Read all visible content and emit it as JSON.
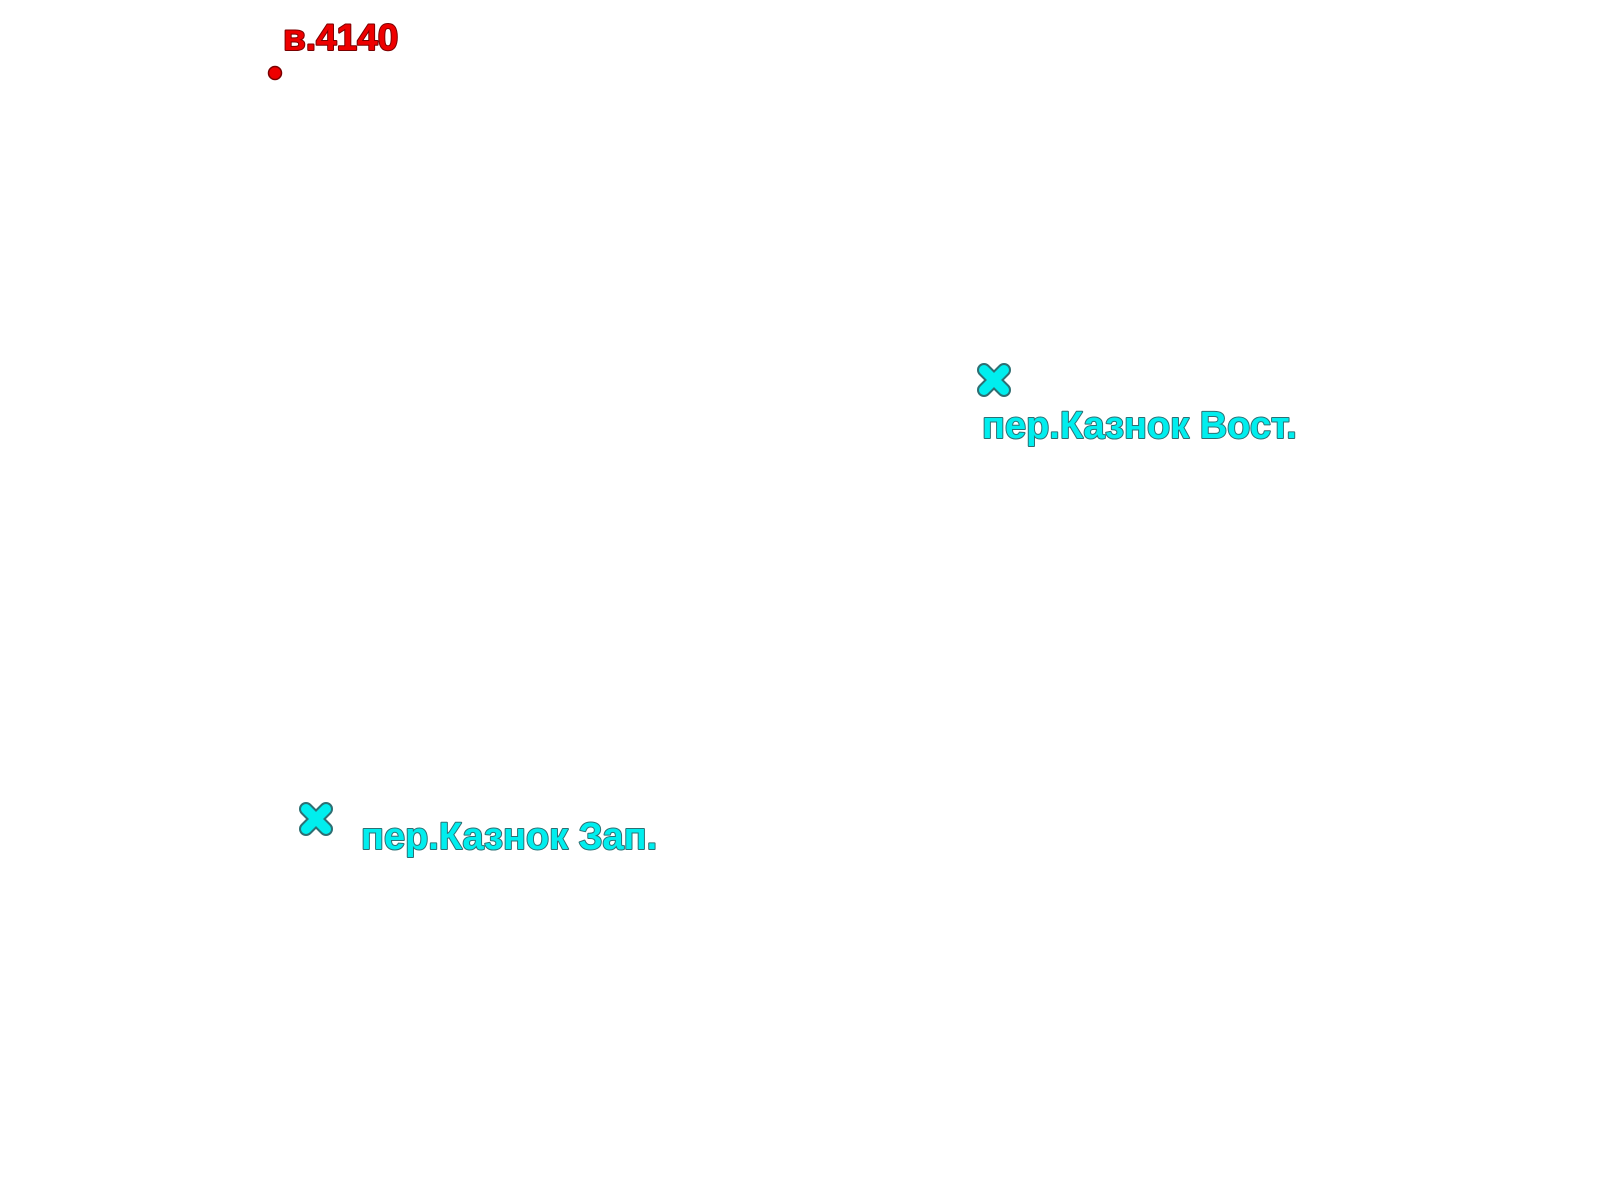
{
  "summit": {
    "label": "в.4140",
    "icon": "peak-dot-icon",
    "color": "#ee0000",
    "outline_color": "#7a0000"
  },
  "passes": [
    {
      "label": "пер.Казнок Вост.",
      "icon": "pass-cross-icon"
    },
    {
      "label": "пер.Казнок Зап.",
      "icon": "pass-cross-icon"
    }
  ],
  "pass_color": "#00eeee",
  "pass_outline_color": "#2e6f73"
}
